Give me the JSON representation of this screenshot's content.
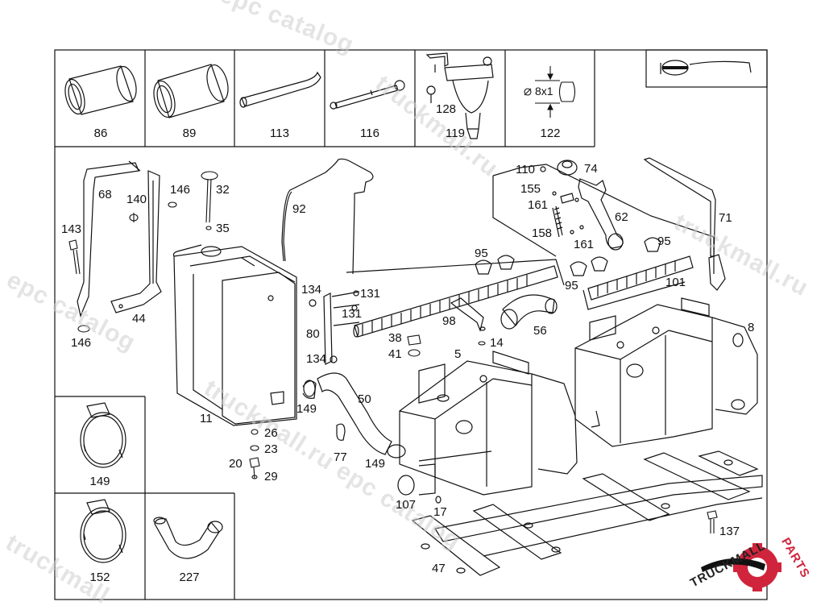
{
  "watermark": {
    "w1": "epc catalog",
    "w2": "truckmall.ru",
    "w3": "epc catalog",
    "w4": "truckmall.ru epc catalog",
    "w5": "epc catalog",
    "w6": "truckmall.ru",
    "w7": "truckmall.ru",
    "w8": "epc catalog",
    "w9": "truckmall"
  },
  "logo": {
    "text_dark": "TRUCKMALL",
    "text_red": "PARTS",
    "accent_color": "#d0243c"
  },
  "top_strip": [
    {
      "label": "86"
    },
    {
      "label": "89"
    },
    {
      "label": "113"
    },
    {
      "label": "116"
    },
    {
      "label": "119"
    },
    {
      "label": "122"
    }
  ],
  "inline": {
    "part_128": "128",
    "dim_122": "8x1"
  },
  "left_boxes": [
    {
      "label": "149"
    },
    {
      "label": "152"
    },
    {
      "label": "227"
    }
  ],
  "callouts": {
    "c68": "68",
    "c140": "140",
    "c146a": "146",
    "c32": "32",
    "c35": "35",
    "c143": "143",
    "c44": "44",
    "c146b": "146",
    "c92": "92",
    "c134a": "134",
    "c131a": "131",
    "c131b": "131",
    "c80": "80",
    "c134b": "134",
    "c11": "11",
    "c26": "26",
    "c23": "23",
    "c20": "20",
    "c29": "29",
    "c149a": "149",
    "c50": "50",
    "c77": "77",
    "c149b": "149",
    "c38": "38",
    "c41": "41",
    "c5": "5",
    "c14": "14",
    "c98": "98",
    "c56": "56",
    "c95a": "95",
    "c95b": "95",
    "c95c": "95",
    "c110": "110",
    "c74": "74",
    "c155": "155",
    "c161a": "161",
    "c62": "62",
    "c158": "158",
    "c161b": "161",
    "c71": "71",
    "c101": "101",
    "c8": "8",
    "c107": "107",
    "c17": "17",
    "c47": "47",
    "c137": "137"
  }
}
